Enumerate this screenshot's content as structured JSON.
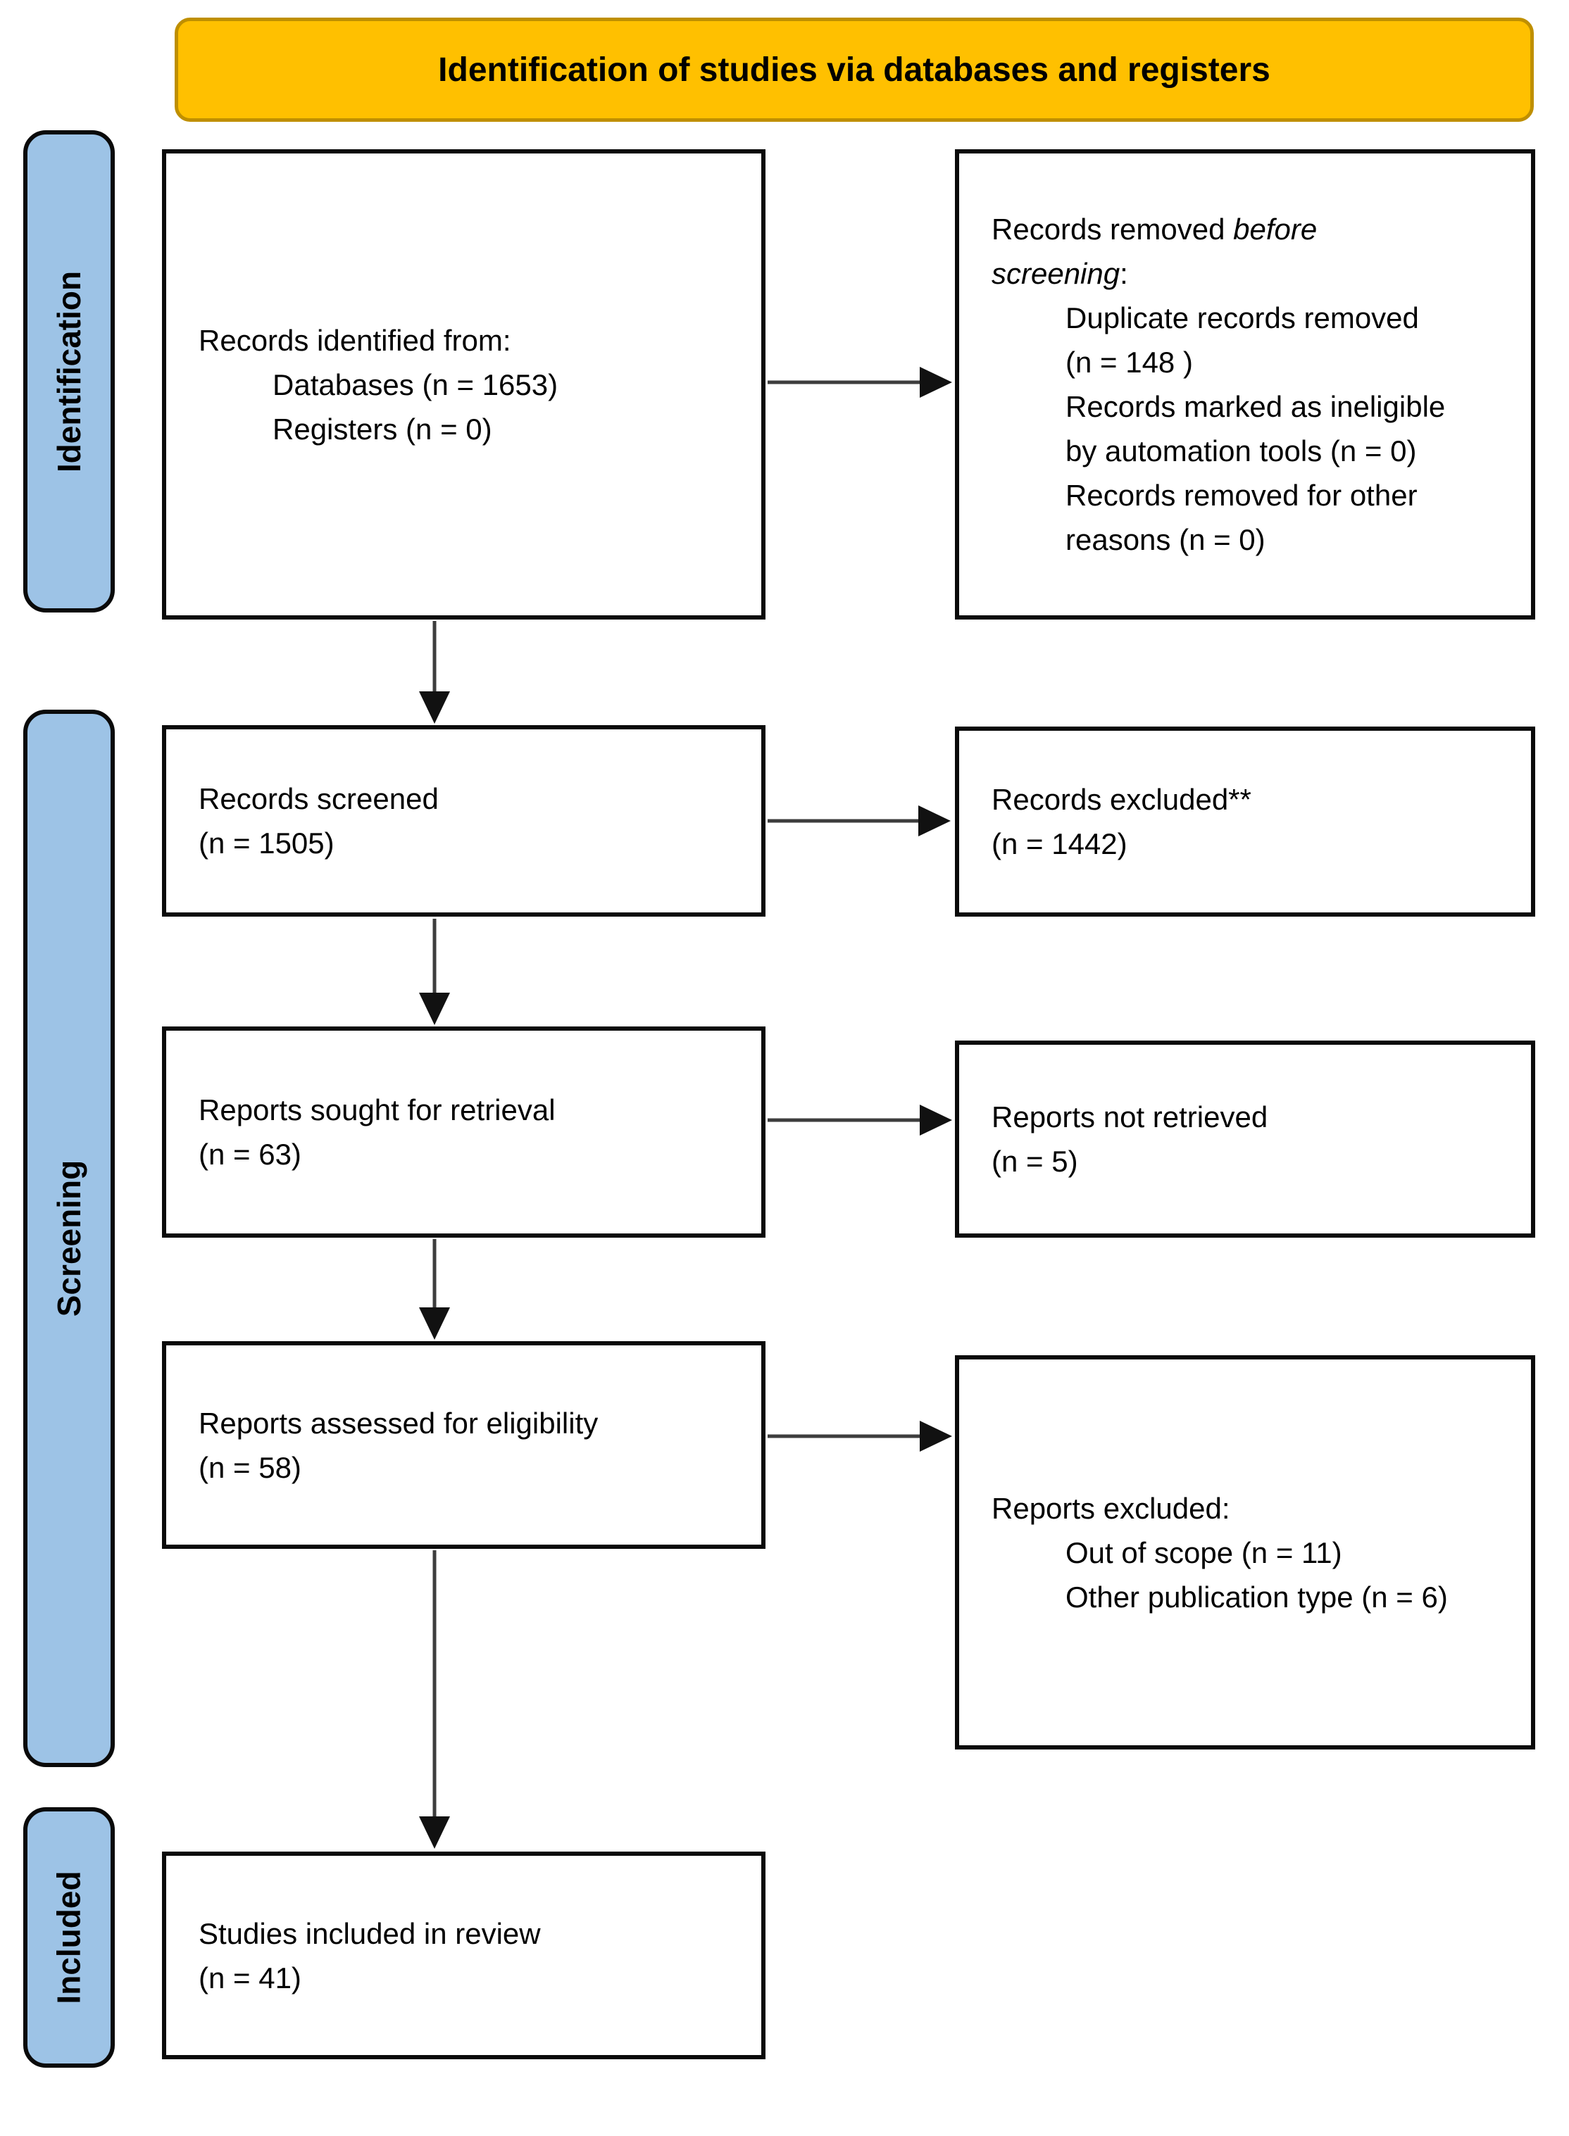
{
  "title_banner": {
    "label": "Identification of studies via databases and registers"
  },
  "colors": {
    "banner_fill": "#FFC000",
    "banner_border": "#BF8F00",
    "stage_fill": "#9DC3E6",
    "box_border": "#0a0a0a",
    "arrow": "#3d3d3d",
    "text": "#000000"
  },
  "stages": [
    {
      "label": "Identification"
    },
    {
      "label": "Screening"
    },
    {
      "label": "Included"
    }
  ],
  "boxes": {
    "identified": {
      "lines": [
        {
          "indent": 0,
          "segments": [
            {
              "text": "Records identified from:",
              "italic": false
            }
          ]
        },
        {
          "indent": 1,
          "segments": [
            {
              "text": "Databases (n = 1653)",
              "italic": false
            }
          ]
        },
        {
          "indent": 1,
          "segments": [
            {
              "text": "Registers (n = 0)",
              "italic": false
            }
          ]
        }
      ]
    },
    "removed_before_screening": {
      "lines": [
        {
          "indent": 0,
          "segments": [
            {
              "text": "Records removed ",
              "italic": false
            },
            {
              "text": "before",
              "italic": true
            }
          ]
        },
        {
          "indent": 0,
          "segments": [
            {
              "text": "screening",
              "italic": true
            },
            {
              "text": ":",
              "italic": false
            }
          ]
        },
        {
          "indent": 1,
          "segments": [
            {
              "text": "Duplicate records removed",
              "italic": false
            }
          ]
        },
        {
          "indent": 1,
          "segments": [
            {
              "text": "(n = 148 )",
              "italic": false
            }
          ]
        },
        {
          "indent": 1,
          "segments": [
            {
              "text": "Records marked as ineligible",
              "italic": false
            }
          ]
        },
        {
          "indent": 1,
          "segments": [
            {
              "text": "by automation tools (n = 0)",
              "italic": false
            }
          ]
        },
        {
          "indent": 1,
          "segments": [
            {
              "text": "Records removed for other",
              "italic": false
            }
          ]
        },
        {
          "indent": 1,
          "segments": [
            {
              "text": "reasons (n = 0)",
              "italic": false
            }
          ]
        }
      ]
    },
    "screened": {
      "lines": [
        {
          "indent": 0,
          "segments": [
            {
              "text": "Records screened",
              "italic": false
            }
          ]
        },
        {
          "indent": 0,
          "segments": [
            {
              "text": "(n = 1505)",
              "italic": false
            }
          ]
        }
      ]
    },
    "records_excluded": {
      "lines": [
        {
          "indent": 0,
          "segments": [
            {
              "text": "Records excluded**",
              "italic": false
            }
          ]
        },
        {
          "indent": 0,
          "segments": [
            {
              "text": "(n = 1442)",
              "italic": false
            }
          ]
        }
      ]
    },
    "sought": {
      "lines": [
        {
          "indent": 0,
          "segments": [
            {
              "text": "Reports sought for retrieval",
              "italic": false
            }
          ]
        },
        {
          "indent": 0,
          "segments": [
            {
              "text": "(n = 63)",
              "italic": false
            }
          ]
        }
      ]
    },
    "not_retrieved": {
      "lines": [
        {
          "indent": 0,
          "segments": [
            {
              "text": "Reports not retrieved",
              "italic": false
            }
          ]
        },
        {
          "indent": 0,
          "segments": [
            {
              "text": "(n = 5)",
              "italic": false
            }
          ]
        }
      ]
    },
    "assessed": {
      "lines": [
        {
          "indent": 0,
          "segments": [
            {
              "text": "Reports assessed for eligibility",
              "italic": false
            }
          ]
        },
        {
          "indent": 0,
          "segments": [
            {
              "text": "(n = 58)",
              "italic": false
            }
          ]
        }
      ]
    },
    "reports_excluded": {
      "lines": [
        {
          "indent": 0,
          "segments": [
            {
              "text": "Reports excluded:",
              "italic": false
            }
          ]
        },
        {
          "indent": 1,
          "segments": [
            {
              "text": "Out of scope (n = 11)",
              "italic": false
            }
          ]
        },
        {
          "indent": 1,
          "segments": [
            {
              "text": "Other publication type (n = 6)",
              "italic": false
            }
          ]
        }
      ]
    },
    "included": {
      "lines": [
        {
          "indent": 0,
          "segments": [
            {
              "text": "Studies included in review",
              "italic": false
            }
          ]
        },
        {
          "indent": 0,
          "segments": [
            {
              "text": "(n = 41)",
              "italic": false
            }
          ]
        }
      ]
    }
  }
}
